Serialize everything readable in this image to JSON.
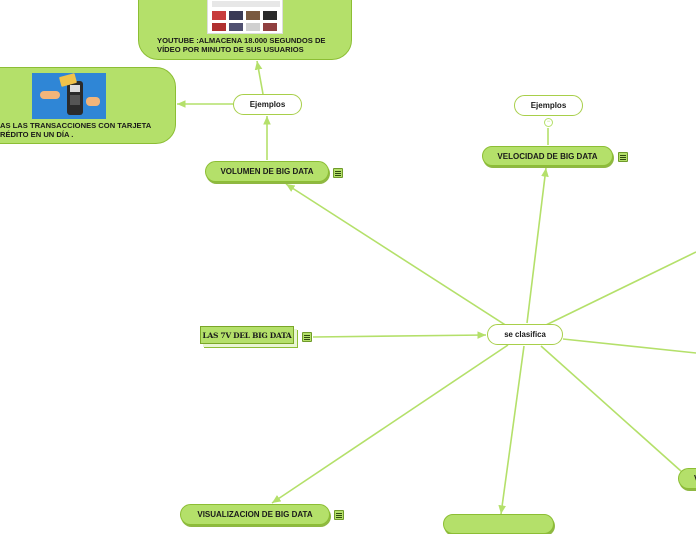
{
  "map": {
    "center": "se clasifica",
    "title_node": "LAS 7V DEL BIG DATA",
    "volumen": "VOLUMEN DE BIG DATA",
    "velocidad": "VELOCIDAD DE BIG DATA",
    "visualizacion": "VISUALIZACION DE BIG DATA",
    "ejemplos_volumen": "Ejemplos",
    "ejemplos_velocidad": "Ejemplos",
    "youtube_text": "YOUTUBE :ALMACENA 18.000 SEGUNDOS DE\nVÍDEO POR MINUTO DE SUS USUARIOS",
    "tarjeta_text": "AS LAS TRANSACCIONES CON TARJETA\nRÉDITO EN UN DÍA .",
    "right_partial": "V"
  },
  "colors": {
    "branch": "#b4e06a",
    "border": "#8cbe34",
    "line": "#b4e06a"
  },
  "icons": {
    "note": "note-icon",
    "card_reader": "card-payment-icon",
    "screenshot": "youtube-thumbnail-image"
  }
}
